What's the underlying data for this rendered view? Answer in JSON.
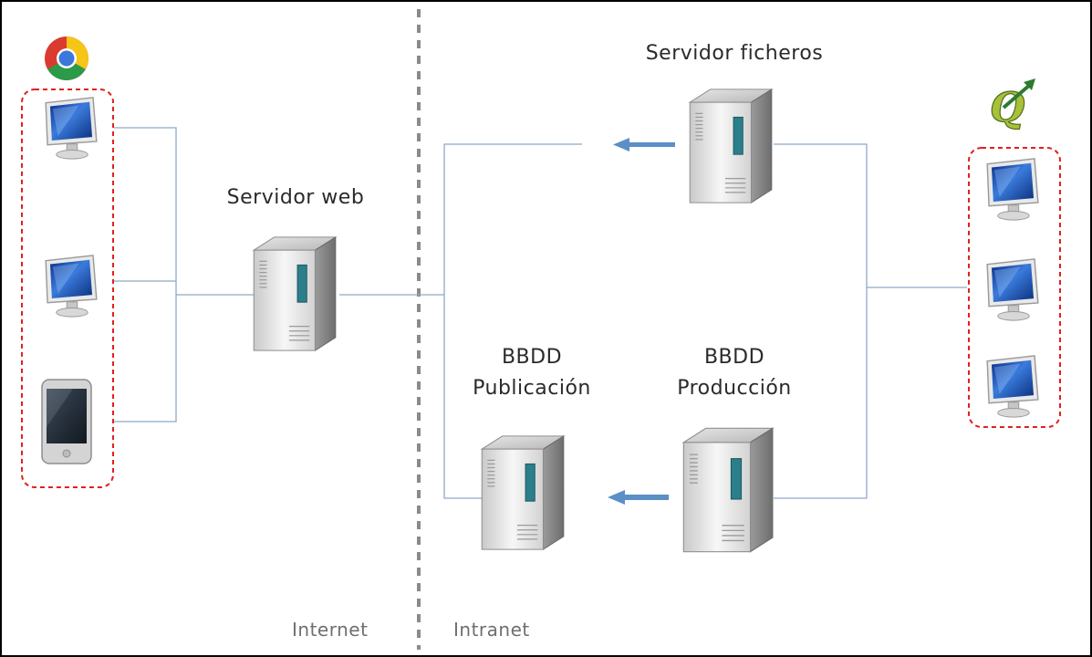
{
  "labels": {
    "web_server": "Servidor web",
    "file_server": "Servidor ficheros",
    "db_publication": "BBDD\nPublicación",
    "db_production": "BBDD\nProducción"
  },
  "zones": {
    "internet": "Internet",
    "intranet": "Intranet"
  },
  "icons": {
    "browser": "chrome-icon",
    "gis_client": "qgis-icon",
    "server": "server-tower-icon",
    "monitor": "monitor-icon",
    "mobile": "smartphone-icon"
  },
  "colors": {
    "line": "#8ea9c8",
    "arrow": "#5b8fc6",
    "divider": "#8a8a8a",
    "group_border": "#e0201c"
  }
}
